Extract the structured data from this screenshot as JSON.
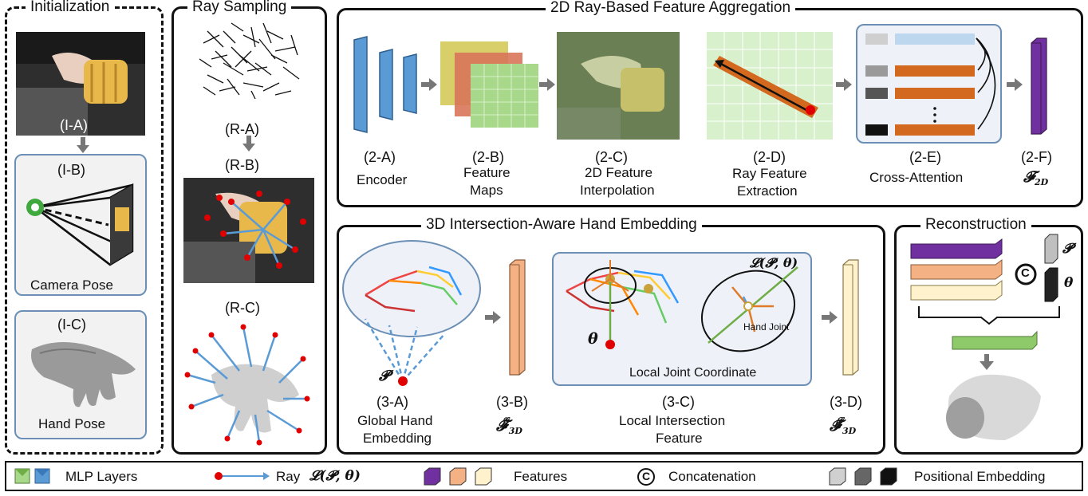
{
  "panels": {
    "initialization": "Initialization",
    "ray_sampling": "Ray Sampling",
    "aggregation": "2D Ray-Based Feature Aggregation",
    "embedding": "3D Intersection-Aware Hand Embedding",
    "reconstruction": "Reconstruction"
  },
  "init": {
    "ia": "(I-A)",
    "ib": "(I-B)",
    "camera_pose": "Camera Pose",
    "ic": "(I-C)",
    "hand_pose": "Hand Pose"
  },
  "rays": {
    "ra": "(R-A)",
    "rb": "(R-B)",
    "rc": "(R-C)"
  },
  "agg": {
    "a_code": "(2-A)",
    "a_name": "Encoder",
    "b_code": "(2-B)",
    "b_name1": "Feature",
    "b_name2": "Maps",
    "c_code": "(2-C)",
    "c_name1": "2D Feature",
    "c_name2": "Interpolation",
    "d_code": "(2-D)",
    "d_name1": "Ray Feature",
    "d_name2": "Extraction",
    "e_code": "(2-E)",
    "e_name": "Cross-Attention",
    "f_code": "(2-F)",
    "f_sym": "𝓕",
    "f_sub": "2D"
  },
  "emb": {
    "p_sym": "𝓟",
    "theta_sym": "θ",
    "l_expr": "𝓛(𝓟, θ)",
    "hand_joint": "Hand Joint",
    "local_joint": "Local Joint Coordinate",
    "a_code": "(3-A)",
    "a_name1": "Global Hand",
    "a_name2": "Embedding",
    "b_code": "(3-B)",
    "b_sym": "𝓕",
    "b_sup": "𝓖",
    "b_sub": "3D",
    "c_code": "(3-C)",
    "c_name1": "Local Intersection",
    "c_name2": "Feature",
    "d_code": "(3-D)",
    "d_sym": "𝓕",
    "d_sup": "𝓛",
    "d_sub": "3D"
  },
  "recon": {
    "p_sym": "𝓟",
    "theta_sym": "θ",
    "concat_sym": "C"
  },
  "legend": {
    "mlp": "MLP Layers",
    "ray": "Ray",
    "ray_expr": "𝓛(𝓟, θ)",
    "features": "Features",
    "concat_sym": "C",
    "concat": "Concatenation",
    "pos": "Positional Embedding"
  },
  "colors": {
    "blue": "#5b9bd5",
    "orange": "#d2691e",
    "purple": "#7030a0",
    "salmon": "#f4b183",
    "cream": "#fff2cc",
    "green": "#70ad47",
    "red": "#e00000"
  }
}
